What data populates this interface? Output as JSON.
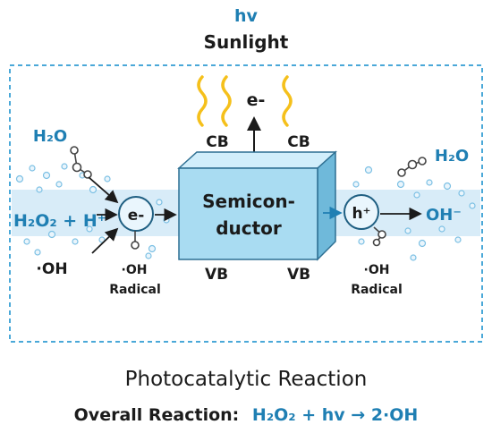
{
  "header": {
    "hv_label": "hv",
    "sunlight_label": "Sunlight"
  },
  "diagram": {
    "electron_top": "e-",
    "cb_left": "CB",
    "cb_right": "CB",
    "vb_left": "VB",
    "vb_right": "VB",
    "semiconductor_line1": "Semicon-",
    "semiconductor_line2": "ductor",
    "left_side": {
      "water_label": "H₂O",
      "reactant_label": "H₂O₂ + H⁺",
      "electron_label": "e-",
      "hydroxyl_label": "·OH",
      "radical_line1": "·OH",
      "radical_line2": "Radical"
    },
    "right_side": {
      "water_label": "H₂O",
      "hole_label": "h⁺",
      "hydroxide_label": "OH⁻",
      "radical_line1": "·OH",
      "radical_line2": "Radical"
    }
  },
  "footer": {
    "title": "Photocatalytic Reaction",
    "overall_prefix": "Overall Reaction:",
    "overall_equation": "H₂O₂ + hv → 2·OH"
  },
  "colors": {
    "accent_blue": "#1f7fb3",
    "band_blue": "#d8ecf8",
    "cube_front": "#a9dcf2",
    "cube_side": "#6fb9da",
    "sun_wave": "#f5c01b",
    "dashed_border": "#4aa8d8"
  }
}
